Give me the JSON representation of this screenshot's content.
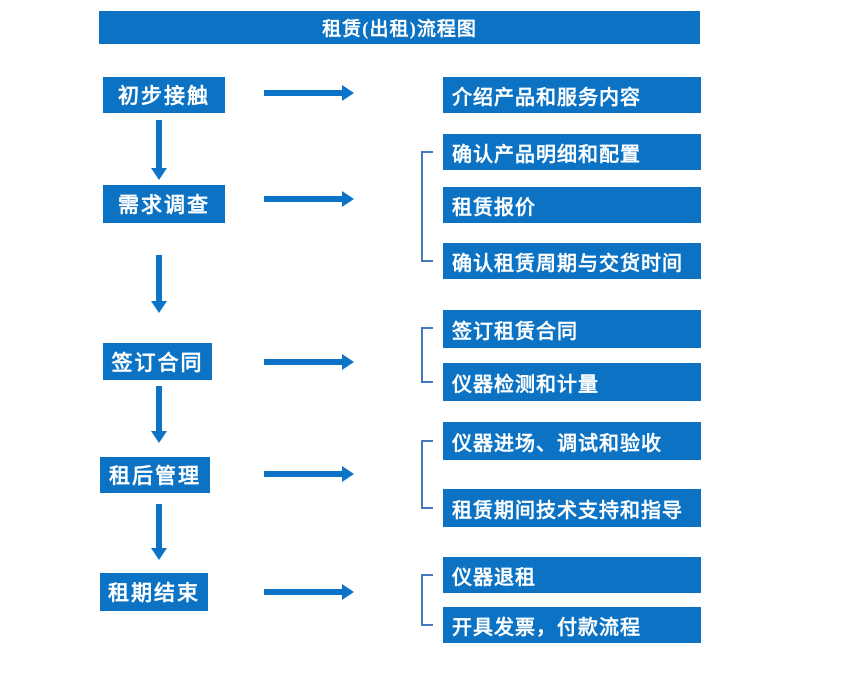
{
  "title": "租赁(出租)流程图",
  "colors": {
    "box_blue": "#0b72c4",
    "arrow_blue": "#0b74c8",
    "bracket_blue": "#4579be",
    "text_white": "#ffffff",
    "background": "#ffffff"
  },
  "steps": [
    {
      "label": "初步接触",
      "details": [
        "介绍产品和服务内容"
      ]
    },
    {
      "label": "需求调查",
      "details": [
        "确认产品明细和配置",
        "租赁报价",
        "确认租赁周期与交货时间"
      ]
    },
    {
      "label": "签订合同",
      "details": [
        "签订租赁合同",
        "仪器检测和计量"
      ]
    },
    {
      "label": "租后管理",
      "details": [
        "仪器进场、调试和验收",
        "租赁期间技术支持和指导"
      ]
    },
    {
      "label": "租期结束",
      "details": [
        "仪器退租",
        "开具发票，付款流程"
      ]
    }
  ]
}
